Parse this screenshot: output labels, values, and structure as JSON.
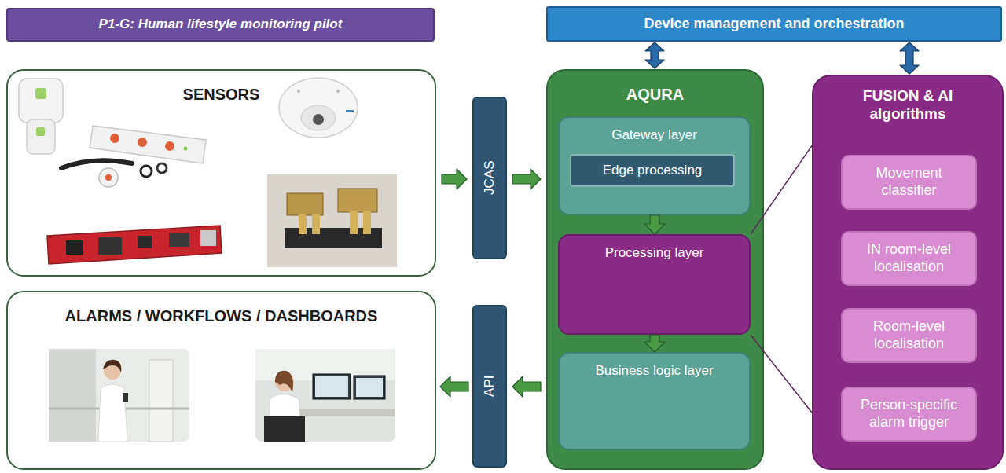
{
  "diagram": {
    "title": "P1-G: Human lifestyle monitoring pilot",
    "nodes": [
      {
        "text": [
          "Device management and orchestration"
        ]
      },
      {
        "text": [
          "SENSORS"
        ]
      },
      {
        "text": [
          "JCAS"
        ]
      },
      {
        "text": [
          "AQURA"
        ]
      },
      {
        "text": [
          "Gateway layer"
        ],
        "in": 3
      },
      {
        "text": [
          "Edge processing"
        ],
        "in": 4
      },
      {
        "text": [
          "Processing layer"
        ],
        "in": 3
      },
      {
        "text": [
          "Business logic layer"
        ],
        "in": 3
      },
      {
        "text": [
          "FUSION & AI algorithms"
        ]
      },
      {
        "text": [
          "Movement classifier"
        ],
        "in": 8
      },
      {
        "text": [
          "IN room-level localisation"
        ],
        "in": 8
      },
      {
        "text": [
          "Room-level localisation"
        ],
        "in": 8
      },
      {
        "text": [
          "Person-specific alarm trigger"
        ],
        "in": 8
      },
      {
        "text": [
          "API"
        ]
      },
      {
        "text": [
          "ALARMS / WORKFLOWS / DASHBOARDS"
        ]
      }
    ],
    "edges": [
      {
        "from": 1,
        "to": 2,
        "arrow": "to"
      },
      {
        "from": 2,
        "to": 3,
        "arrow": "to"
      },
      {
        "from": 0,
        "to": 3,
        "arrow": "both"
      },
      {
        "from": 0,
        "to": 8,
        "arrow": "both"
      },
      {
        "from": 4,
        "to": 6,
        "arrow": "to"
      },
      {
        "from": 6,
        "to": 7,
        "arrow": "to"
      },
      {
        "from": 3,
        "to": 13,
        "arrow": "to"
      },
      {
        "from": 13,
        "to": 14,
        "arrow": "to"
      },
      {
        "from": 6,
        "to": 8,
        "arrow": "none"
      },
      {
        "from": 6,
        "to": 8,
        "arrow": "none"
      }
    ]
  }
}
